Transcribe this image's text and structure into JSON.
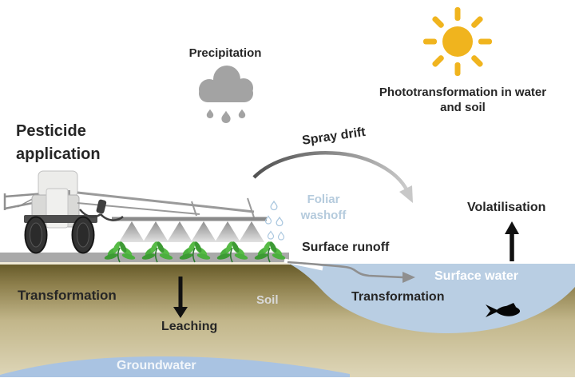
{
  "figure": "Pesticide environmental fate diagram",
  "labels": {
    "pesticide_application": "Pesticide application",
    "precipitation": "Precipitation",
    "phototransformation": "Phototransformation in water and soil",
    "spray_drift": "Spray drift",
    "foliar_washoff": "Foliar washoff",
    "surface_runoff": "Surface runoff",
    "volatilisation": "Volatilisation",
    "surface_water": "Surface water",
    "transformation_soil": "Transformation",
    "transformation_water": "Transformation",
    "leaching": "Leaching",
    "soil": "Soil",
    "groundwater": "Groundwater"
  },
  "icons": [
    {
      "name": "sun-icon",
      "meaning": "sunlight driving phototransformation"
    },
    {
      "name": "rain-cloud-icon",
      "meaning": "precipitation"
    },
    {
      "name": "sprayer-tractor-icon",
      "meaning": "pesticide application equipment"
    },
    {
      "name": "spray-cones",
      "meaning": "pesticide spray under boom"
    },
    {
      "name": "crop-plants",
      "meaning": "treated crop row"
    },
    {
      "name": "water-droplets-icon",
      "meaning": "foliar washoff droplets"
    },
    {
      "name": "fish-icon",
      "meaning": "aquatic life in surface water"
    }
  ],
  "arrows": [
    {
      "name": "spray-drift-arrow",
      "meaning": "curved arrow from sprayed field toward surface water"
    },
    {
      "name": "surface-runoff-arrow",
      "meaning": "arrow from field edge into surface water"
    },
    {
      "name": "leaching-arrow",
      "meaning": "black arrow pointing down through soil"
    },
    {
      "name": "volatilisation-arrow",
      "meaning": "black arrow pointing up from surface water"
    }
  ],
  "colors": {
    "sun": "#F0B41E",
    "cloud": "#A3A3A3",
    "ground_strip": "#A9A9A9",
    "soil_top": "#675B2A",
    "soil_bottom": "#DED6B8",
    "surface_water": "#B9CEE3",
    "groundwater": "#A9C3E2",
    "plant_green": "#4CAF3F",
    "text_dark": "#262626",
    "text_light_blue": "#B5CBDD"
  }
}
